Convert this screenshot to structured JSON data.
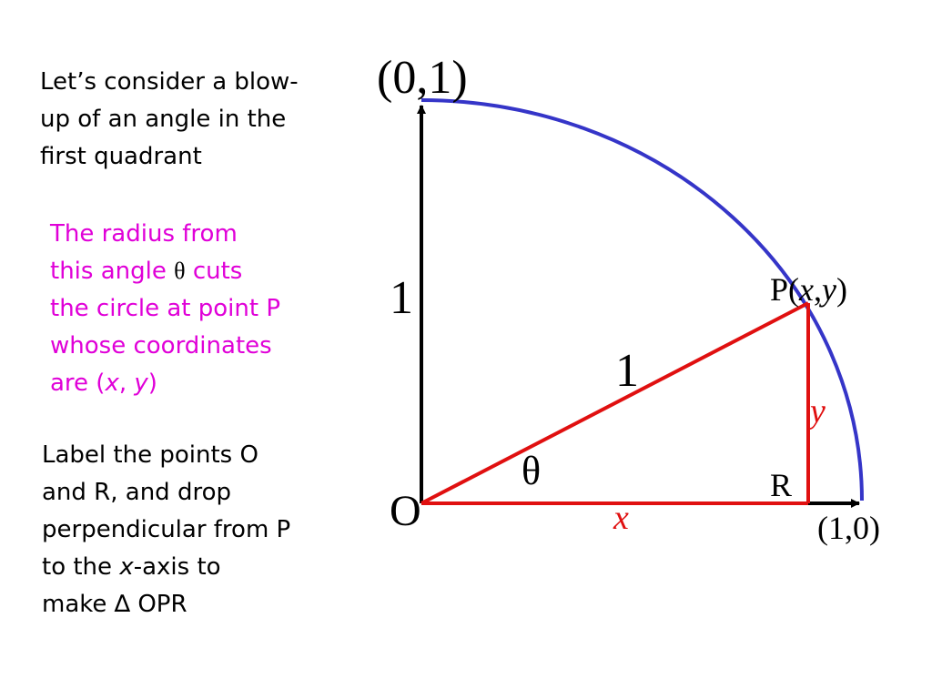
{
  "text": {
    "intro": [
      "Let’s consider a blow-",
      "up of an angle in the",
      "first quadrant"
    ],
    "radius_note": {
      "line1": "The radius from",
      "line2_pre": "this angle ",
      "theta": "θ",
      "line2_post": " cuts",
      "line3": "the circle at point P",
      "line4": "whose coordinates",
      "line5_pre": "are (",
      "x": "x",
      "comma": ", ",
      "y": "y",
      "line5_post": ")"
    },
    "label_note": {
      "line1": "Label the points O",
      "line2": "and R, and drop",
      "line3": "perpendicular from P",
      "line4_pre": "to the ",
      "x": "x",
      "line4_post": "-axis to",
      "line5_pre": "make ",
      "delta": "∆",
      "line5_post": " OPR"
    }
  },
  "labels": {
    "top_point": "(0,1)",
    "axis_one": "1",
    "radius_one": "1",
    "theta": "θ",
    "origin": "O",
    "point_p_pre": "P(",
    "point_p_x": "x",
    "point_p_comma": ",",
    "point_p_y": "y",
    "point_p_post": ")",
    "side_y": "y",
    "point_r": "R",
    "side_x": "x",
    "right_point": "(1,0)"
  },
  "colors": {
    "arc": "#3535c8",
    "triangle": "#e01010",
    "axes": "#000000",
    "highlight_text": "#e000d8"
  }
}
